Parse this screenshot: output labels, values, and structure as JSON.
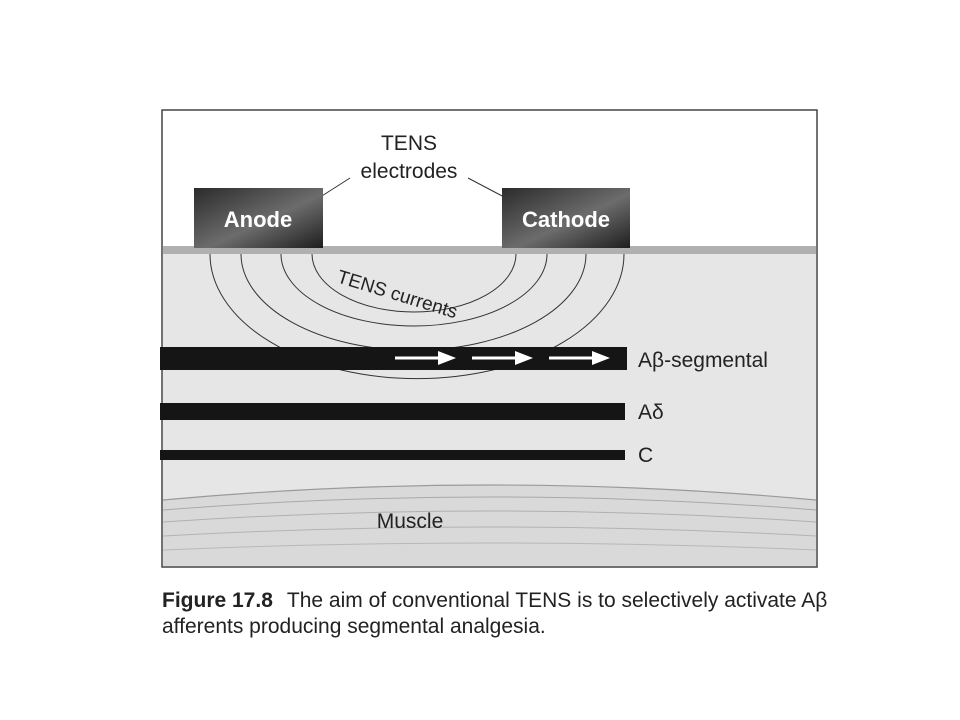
{
  "labels": {
    "electrodes_line1": "TENS",
    "electrodes_line2": "electrodes",
    "anode": "Anode",
    "cathode": "Cathode",
    "currents": "TENS currents",
    "fiber_ab": "Aβ-segmental",
    "fiber_ad": "Aδ",
    "fiber_c": "C",
    "muscle": "Muscle"
  },
  "caption": {
    "figure_number": "Figure 17.8",
    "text": "The aim of conventional TENS is to selectively activate Aβ afferents producing segmental analgesia."
  },
  "colors": {
    "tissue": "#e6e6e6",
    "skin_line": "#b3b3b3",
    "electrode_top": "#2b2b2b",
    "electrode_mid": "#777777",
    "fiber": "#151515",
    "muscle_band": "#cfcfcf",
    "arrow": "#ffffff"
  },
  "icons": {
    "arrows": "right-arrow-icon"
  }
}
